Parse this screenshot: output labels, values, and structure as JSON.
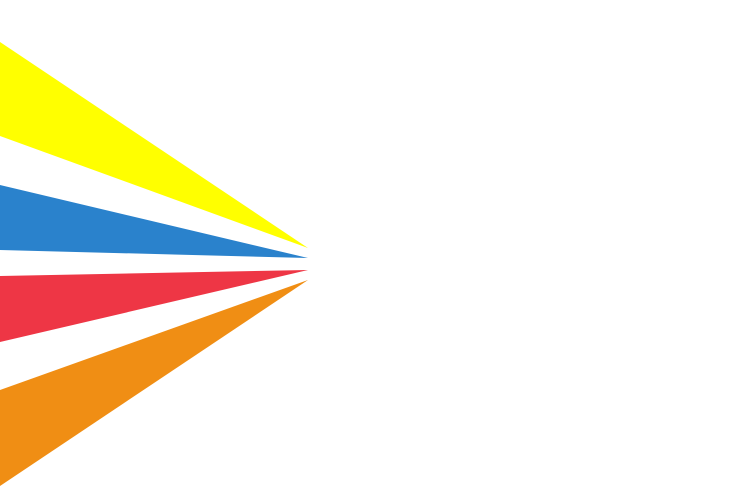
{
  "background_color": "#ffffff",
  "rays": [
    {
      "name": "yellow-ray",
      "color": "#ffff00"
    },
    {
      "name": "blue-ray",
      "color": "#2a82cc"
    },
    {
      "name": "red-ray",
      "color": "#ee3645"
    },
    {
      "name": "orange-ray",
      "color": "#f08e14"
    }
  ]
}
